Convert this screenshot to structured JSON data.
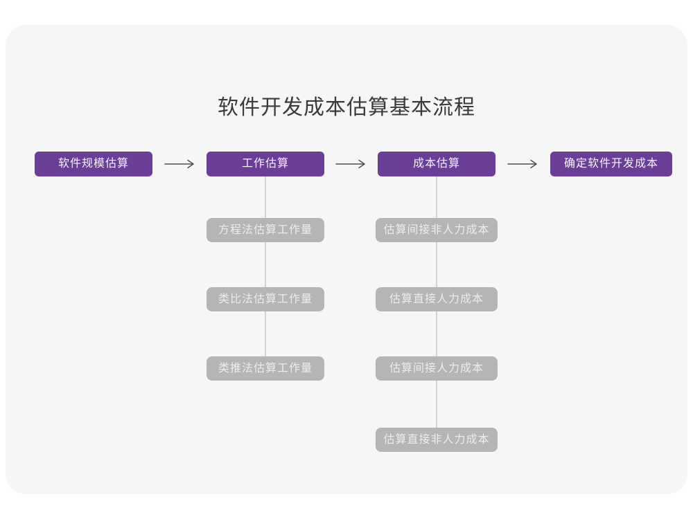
{
  "title": "软件开发成本估算基本流程",
  "palette": {
    "page_background": "#ffffff",
    "canvas_background": "#f6f6f7",
    "stage_fill": "#6a3d96",
    "stage_text": "#f7f4fa",
    "sub_fill": "#b5b5b5",
    "sub_text": "#ededed",
    "connector": "#d4d4d4",
    "arrow": "#4d4d4d",
    "title_text": "#3a3a3a"
  },
  "flow": {
    "stages": [
      {
        "label": "软件规模估算",
        "children": []
      },
      {
        "label": "工作估算",
        "children": [
          "方程法估算工作量",
          "类比法估算工作量",
          "类推法估算工作量"
        ]
      },
      {
        "label": "成本估算",
        "children": [
          "估算间接非人力成本",
          "估算直接人力成本",
          "估算间接人力成本",
          "估算直接非人力成本"
        ]
      },
      {
        "label": "确定软件开发成本",
        "children": []
      }
    ]
  }
}
